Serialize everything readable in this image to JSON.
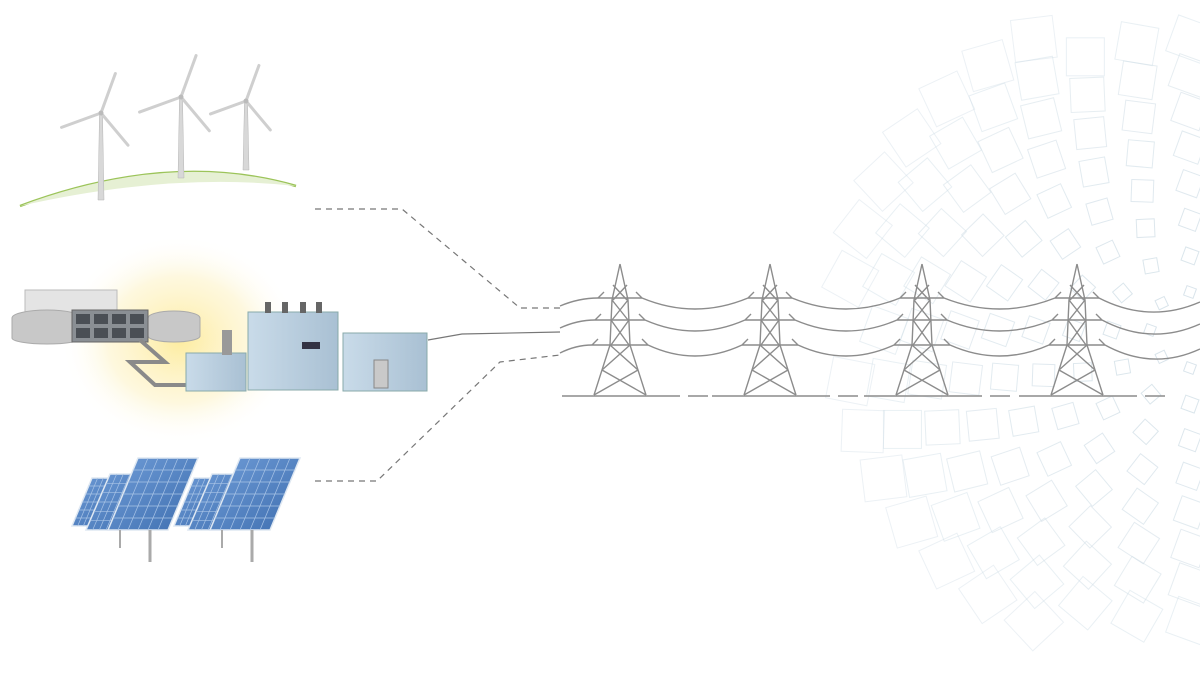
{
  "colors": {
    "background": "#ffffff",
    "line_gray": "#9a9a9a",
    "tower_gray": "#8c8c8c",
    "hill_green": "#9cc45a",
    "plant_glow": "#fdf1b8",
    "building_blue": "#b9cfe0",
    "tank_gray": "#c8c8c8",
    "solar_blue": "#4f7fbf",
    "pattern_blue": "#cfdde6"
  },
  "elements": {
    "wind_turbines": 3,
    "transmission_towers": 4,
    "solar_panel_groups": 2,
    "power_lines_per_span": 3
  }
}
